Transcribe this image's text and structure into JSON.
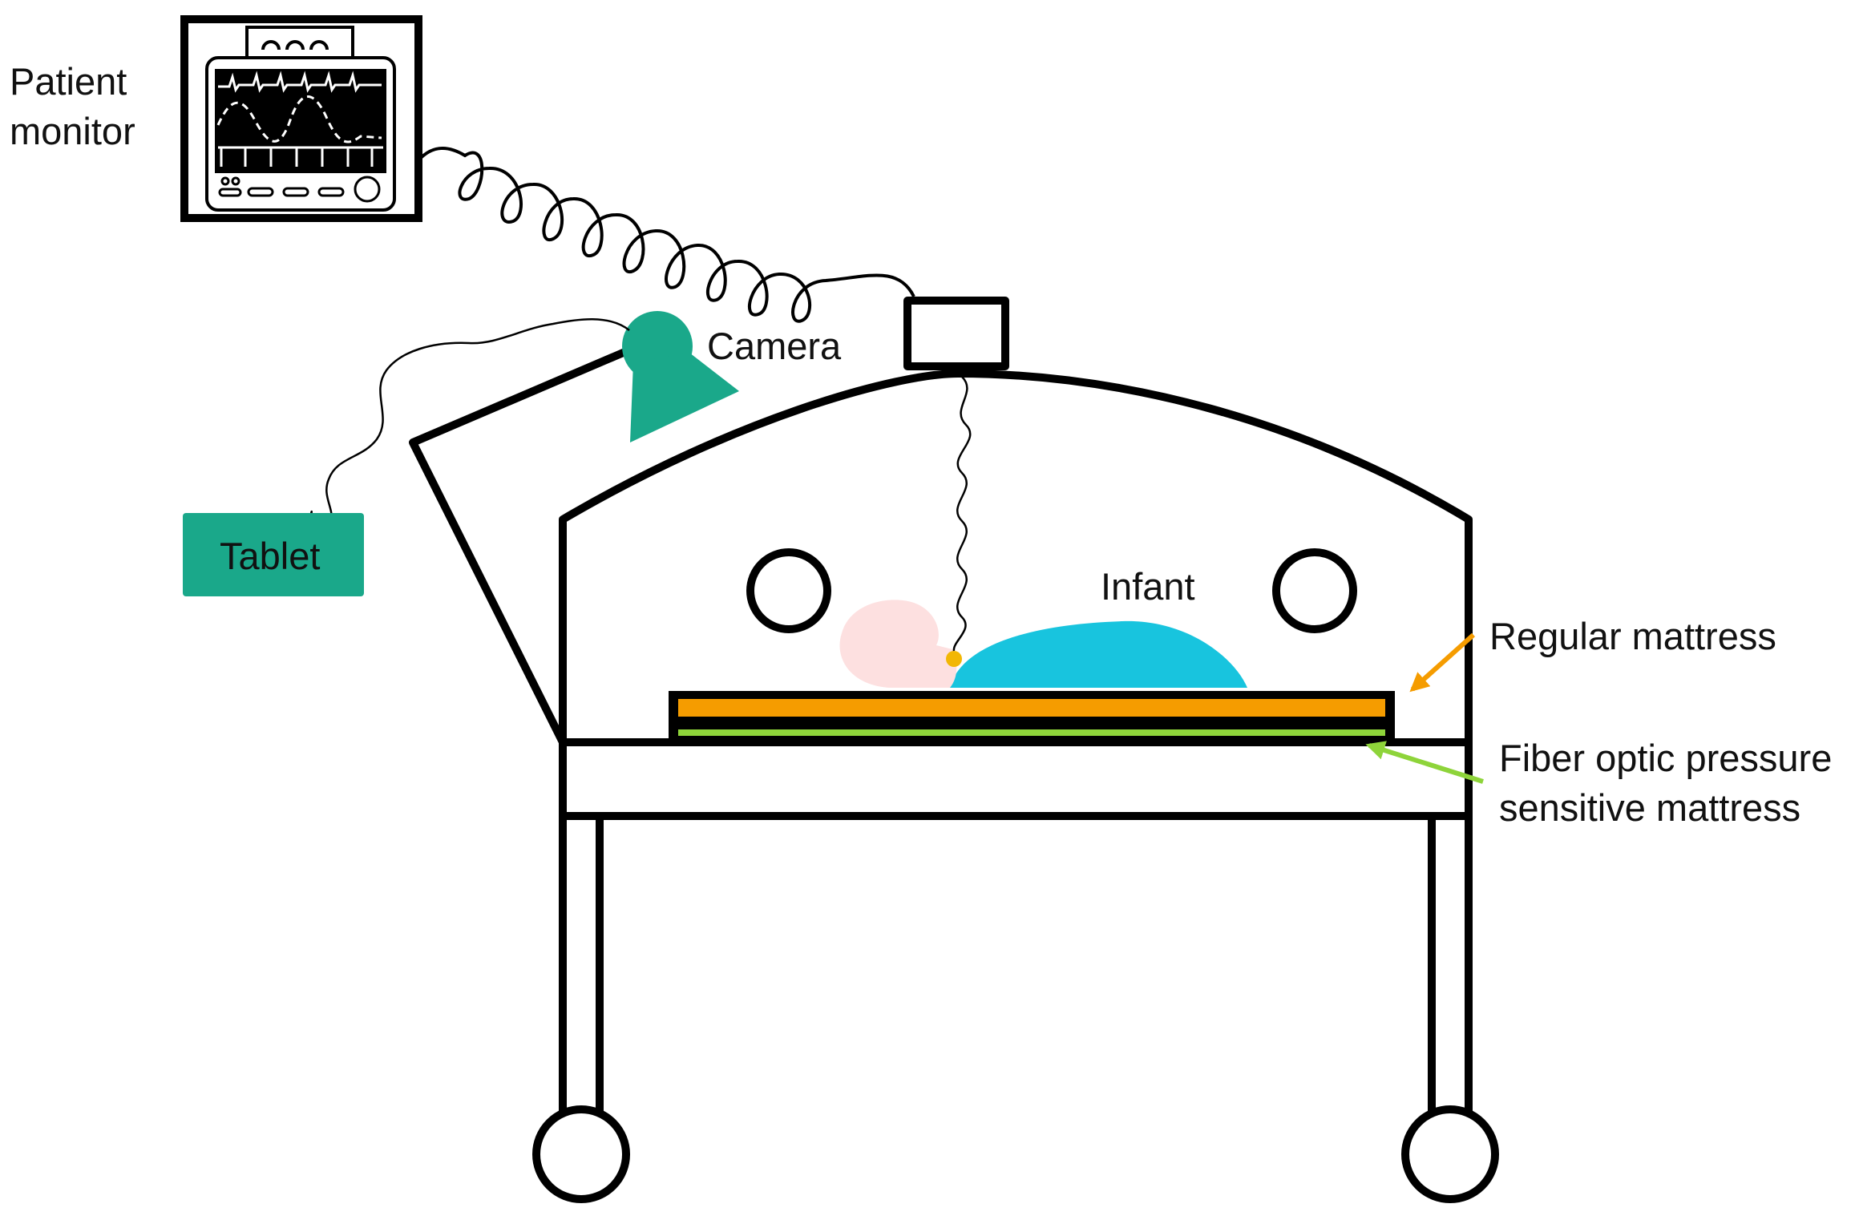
{
  "labels": {
    "patient_monitor_line1": "Patient",
    "patient_monitor_line2": "monitor",
    "camera": "Camera",
    "tablet": "Tablet",
    "infant": "Infant",
    "regular_mattress": "Regular mattress",
    "fiber_mattress_line1": "Fiber optic pressure",
    "fiber_mattress_line2": "sensitive mattress"
  },
  "colors": {
    "outline": "#000000",
    "camera_tablet": "#1aa88a",
    "infant_body": "#18c4de",
    "infant_head": "#fde0e0",
    "sensor_dot": "#f2b705",
    "regular_mattress": "#f59c00",
    "regular_mattress_arrow": "#f59c00",
    "fiber_mattress": "#8ed43a",
    "fiber_mattress_arrow": "#8ed43a"
  }
}
